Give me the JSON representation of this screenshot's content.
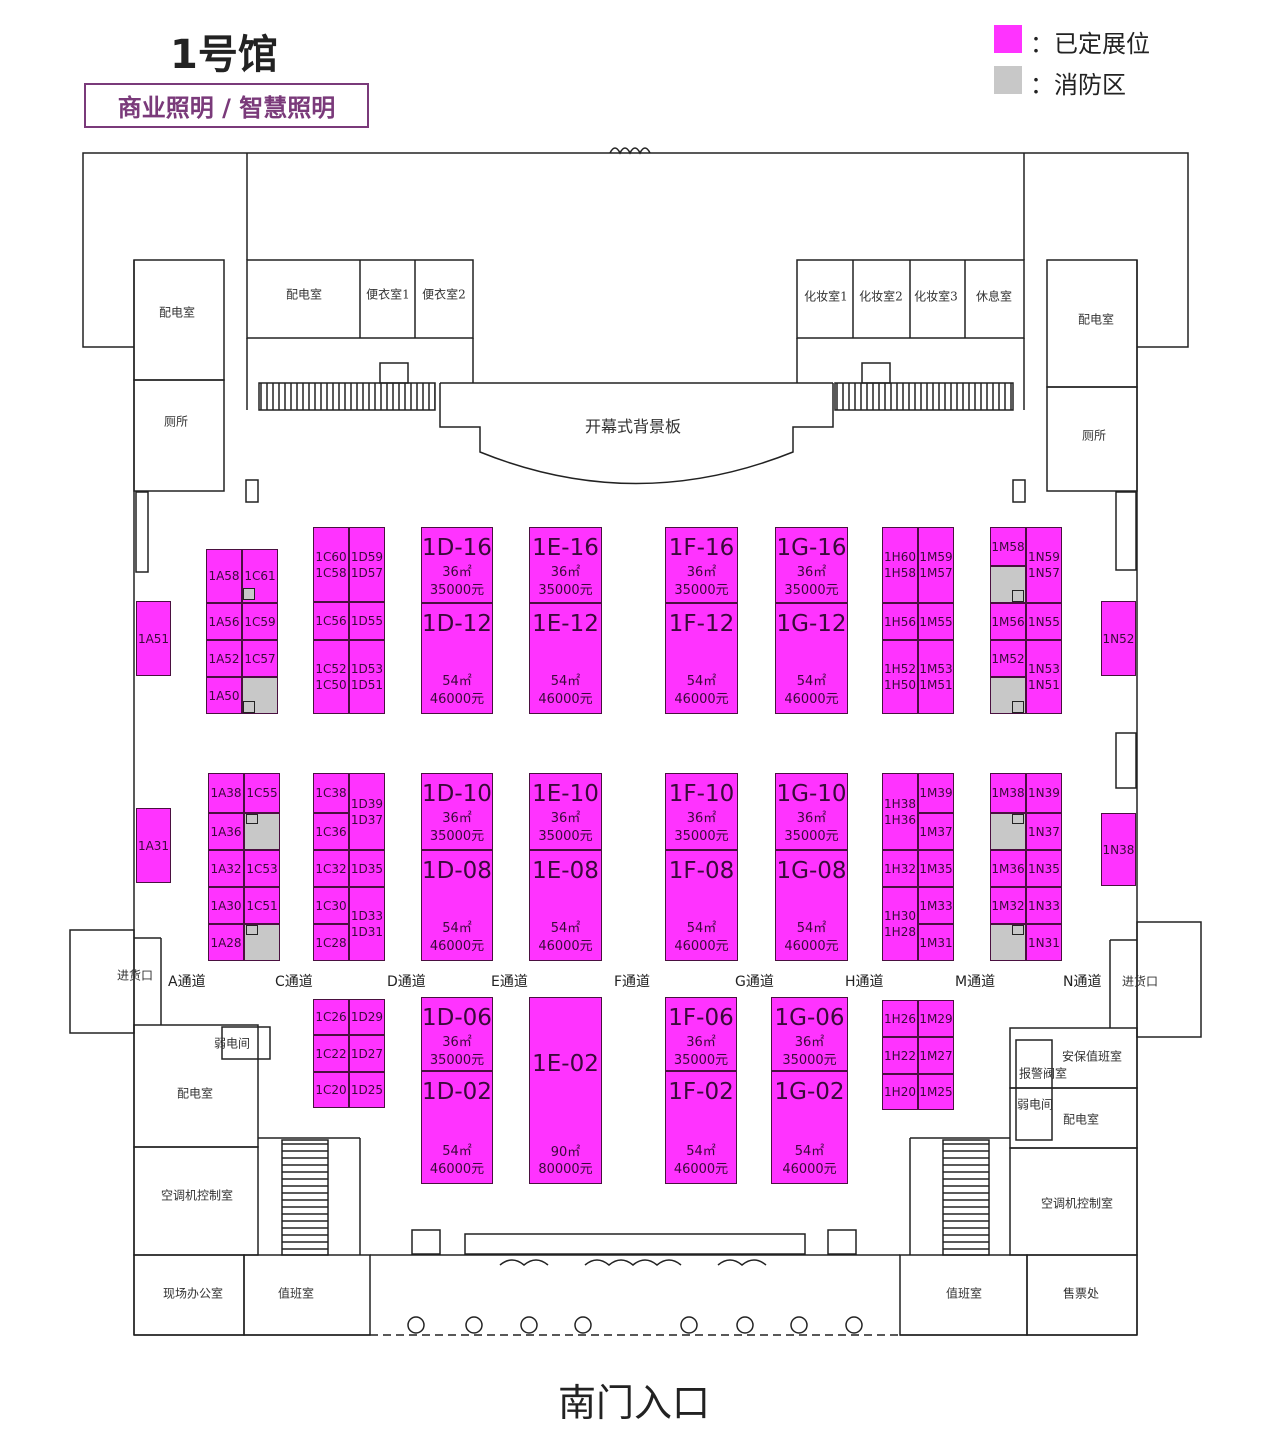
{
  "header": {
    "hall_title": "1号馆",
    "subtitle": "商业照明 / 智慧照明"
  },
  "legend": [
    {
      "label": "：已定展位",
      "color": "#ff33ff"
    },
    {
      "label": "：消防区",
      "color": "#c8c8c8"
    }
  ],
  "rooms": [
    {
      "id": "r1",
      "label": "配电室"
    },
    {
      "id": "r2",
      "label": "厕所"
    },
    {
      "id": "r3",
      "label": "配电室"
    },
    {
      "id": "r4",
      "label": "便衣室1"
    },
    {
      "id": "r5",
      "label": "便衣室2"
    },
    {
      "id": "r6",
      "label": "化妆室1"
    },
    {
      "id": "r7",
      "label": "化妆室2"
    },
    {
      "id": "r8",
      "label": "化妆室3"
    },
    {
      "id": "r9",
      "label": "休息室"
    },
    {
      "id": "r10",
      "label": "配电室"
    },
    {
      "id": "r11",
      "label": "厕所"
    },
    {
      "id": "r12",
      "label": "开幕式背景板"
    },
    {
      "id": "r13",
      "label": "进货口"
    },
    {
      "id": "r14",
      "label": "进货口"
    },
    {
      "id": "r15",
      "label": "弱电间"
    },
    {
      "id": "r16",
      "label": "配电室"
    },
    {
      "id": "r17",
      "label": "空调机控制室"
    },
    {
      "id": "r18",
      "label": "现场办公室"
    },
    {
      "id": "r19",
      "label": "值班室"
    },
    {
      "id": "r20",
      "label": "安保值班室"
    },
    {
      "id": "r21",
      "label": "报警阀室"
    },
    {
      "id": "r22",
      "label": "弱电间"
    },
    {
      "id": "r23",
      "label": "配电室"
    },
    {
      "id": "r24",
      "label": "空调机控制室"
    },
    {
      "id": "r25",
      "label": "值班室"
    },
    {
      "id": "r26",
      "label": "售票处"
    }
  ],
  "aisles": [
    "A通道",
    "C通道",
    "D通道",
    "E通道",
    "F通道",
    "G通道",
    "H通道",
    "M通道",
    "N通道"
  ],
  "entrance": "南门入口",
  "booths": [
    {
      "id": "1A58",
      "lines": [
        "1A58"
      ]
    },
    {
      "id": "1C61",
      "lines": [
        "1C61"
      ]
    },
    {
      "id": "1A56",
      "lines": [
        "1A56"
      ]
    },
    {
      "id": "1C59",
      "lines": [
        "1C59"
      ]
    },
    {
      "id": "1A52",
      "lines": [
        "1A52"
      ]
    },
    {
      "id": "1C57",
      "lines": [
        "1C57"
      ]
    },
    {
      "id": "1A50",
      "lines": [
        "1A50"
      ]
    },
    {
      "id": "1C60",
      "lines": [
        "1C60",
        "1C58"
      ]
    },
    {
      "id": "1D59",
      "lines": [
        "1D59",
        "1D57"
      ]
    },
    {
      "id": "1C56",
      "lines": [
        "1C56"
      ]
    },
    {
      "id": "1D55",
      "lines": [
        "1D55"
      ]
    },
    {
      "id": "1C52",
      "lines": [
        "1C52",
        "1C50"
      ]
    },
    {
      "id": "1D53",
      "lines": [
        "1D53",
        "1D51"
      ]
    },
    {
      "id": "1D-16",
      "lines": [
        "1D-16",
        "36㎡",
        "35000元"
      ]
    },
    {
      "id": "1D-12",
      "lines": [
        "1D-12",
        "54㎡",
        "46000元"
      ]
    },
    {
      "id": "1E-16",
      "lines": [
        "1E-16",
        "36㎡",
        "35000元"
      ]
    },
    {
      "id": "1E-12",
      "lines": [
        "1E-12",
        "54㎡",
        "46000元"
      ]
    },
    {
      "id": "1F-16",
      "lines": [
        "1F-16",
        "36㎡",
        "35000元"
      ]
    },
    {
      "id": "1F-12",
      "lines": [
        "1F-12",
        "54㎡",
        "46000元"
      ]
    },
    {
      "id": "1G-16",
      "lines": [
        "1G-16",
        "36㎡",
        "35000元"
      ]
    },
    {
      "id": "1G-12",
      "lines": [
        "1G-12",
        "54㎡",
        "46000元"
      ]
    },
    {
      "id": "1H60",
      "lines": [
        "1H60",
        "1H58"
      ]
    },
    {
      "id": "1M59",
      "lines": [
        "1M59",
        "1M57"
      ]
    },
    {
      "id": "1H56",
      "lines": [
        "1H56"
      ]
    },
    {
      "id": "1M55",
      "lines": [
        "1M55"
      ]
    },
    {
      "id": "1H52",
      "lines": [
        "1H52",
        "1H50"
      ]
    },
    {
      "id": "1M53",
      "lines": [
        "1M53",
        "1M51"
      ]
    },
    {
      "id": "1M58",
      "lines": [
        "1M58"
      ]
    },
    {
      "id": "1N59",
      "lines": [
        "1N59",
        "1N57"
      ]
    },
    {
      "id": "1M56",
      "lines": [
        "1M56"
      ]
    },
    {
      "id": "1N55",
      "lines": [
        "1N55"
      ]
    },
    {
      "id": "1M52",
      "lines": [
        "1M52"
      ]
    },
    {
      "id": "1N53",
      "lines": [
        "1N53",
        "1N51"
      ]
    },
    {
      "id": "1A51",
      "lines": [
        "1A51"
      ]
    },
    {
      "id": "1N52",
      "lines": [
        "1N52"
      ]
    },
    {
      "id": "1A31",
      "lines": [
        "1A31"
      ]
    },
    {
      "id": "1N38",
      "lines": [
        "1N38"
      ]
    },
    {
      "id": "1A38",
      "lines": [
        "1A38"
      ]
    },
    {
      "id": "1C55",
      "lines": [
        "1C55"
      ]
    },
    {
      "id": "1A36",
      "lines": [
        "1A36"
      ]
    },
    {
      "id": "1A32",
      "lines": [
        "1A32"
      ]
    },
    {
      "id": "1C53",
      "lines": [
        "1C53"
      ]
    },
    {
      "id": "1A30",
      "lines": [
        "1A30"
      ]
    },
    {
      "id": "1C51",
      "lines": [
        "1C51"
      ]
    },
    {
      "id": "1A28",
      "lines": [
        "1A28"
      ]
    },
    {
      "id": "1C38",
      "lines": [
        "1C38"
      ]
    },
    {
      "id": "1D39",
      "lines": [
        "1D39",
        "1D37"
      ]
    },
    {
      "id": "1C36",
      "lines": [
        "1C36"
      ]
    },
    {
      "id": "1C32",
      "lines": [
        "1C32"
      ]
    },
    {
      "id": "1D35",
      "lines": [
        "1D35"
      ]
    },
    {
      "id": "1C30",
      "lines": [
        "1C30"
      ]
    },
    {
      "id": "1C28",
      "lines": [
        "1C28"
      ]
    },
    {
      "id": "1D33",
      "lines": [
        "1D33",
        "1D31"
      ]
    },
    {
      "id": "1D-10",
      "lines": [
        "1D-10",
        "36㎡",
        "35000元"
      ]
    },
    {
      "id": "1D-08",
      "lines": [
        "1D-08",
        "54㎡",
        "46000元"
      ]
    },
    {
      "id": "1E-10",
      "lines": [
        "1E-10",
        "36㎡",
        "35000元"
      ]
    },
    {
      "id": "1E-08",
      "lines": [
        "1E-08",
        "54㎡",
        "46000元"
      ]
    },
    {
      "id": "1F-10",
      "lines": [
        "1F-10",
        "36㎡",
        "35000元"
      ]
    },
    {
      "id": "1F-08",
      "lines": [
        "1F-08",
        "54㎡",
        "46000元"
      ]
    },
    {
      "id": "1G-10",
      "lines": [
        "1G-10",
        "36㎡",
        "35000元"
      ]
    },
    {
      "id": "1G-08",
      "lines": [
        "1G-08",
        "54㎡",
        "46000元"
      ]
    },
    {
      "id": "1H38",
      "lines": [
        "1H38",
        "1H36"
      ]
    },
    {
      "id": "1M39",
      "lines": [
        "1M39"
      ]
    },
    {
      "id": "1M37",
      "lines": [
        "1M37"
      ]
    },
    {
      "id": "1H32",
      "lines": [
        "1H32"
      ]
    },
    {
      "id": "1M35",
      "lines": [
        "1M35"
      ]
    },
    {
      "id": "1H30",
      "lines": [
        "1H30",
        "1H28"
      ]
    },
    {
      "id": "1M33",
      "lines": [
        "1M33"
      ]
    },
    {
      "id": "1M31",
      "lines": [
        "1M31"
      ]
    },
    {
      "id": "1M38",
      "lines": [
        "1M38"
      ]
    },
    {
      "id": "1N39",
      "lines": [
        "1N39"
      ]
    },
    {
      "id": "1N37",
      "lines": [
        "1N37"
      ]
    },
    {
      "id": "1M36",
      "lines": [
        "1M36"
      ]
    },
    {
      "id": "1N35",
      "lines": [
        "1N35"
      ]
    },
    {
      "id": "1M32",
      "lines": [
        "1M32"
      ]
    },
    {
      "id": "1N33",
      "lines": [
        "1N33"
      ]
    },
    {
      "id": "1N31",
      "lines": [
        "1N31"
      ]
    },
    {
      "id": "1C26",
      "lines": [
        "1C26"
      ]
    },
    {
      "id": "1D29",
      "lines": [
        "1D29"
      ]
    },
    {
      "id": "1C22",
      "lines": [
        "1C22"
      ]
    },
    {
      "id": "1D27",
      "lines": [
        "1D27"
      ]
    },
    {
      "id": "1C20",
      "lines": [
        "1C20"
      ]
    },
    {
      "id": "1D25",
      "lines": [
        "1D25"
      ]
    },
    {
      "id": "1D-06",
      "lines": [
        "1D-06",
        "36㎡",
        "35000元"
      ]
    },
    {
      "id": "1D-02",
      "lines": [
        "1D-02",
        "54㎡",
        "46000元"
      ]
    },
    {
      "id": "1E-02",
      "lines": [
        "1E-02",
        "90㎡",
        "80000元"
      ]
    },
    {
      "id": "1F-06",
      "lines": [
        "1F-06",
        "36㎡",
        "35000元"
      ]
    },
    {
      "id": "1F-02",
      "lines": [
        "1F-02",
        "54㎡",
        "46000元"
      ]
    },
    {
      "id": "1G-06",
      "lines": [
        "1G-06",
        "36㎡",
        "35000元"
      ]
    },
    {
      "id": "1G-02",
      "lines": [
        "1G-02",
        "54㎡",
        "46000元"
      ]
    },
    {
      "id": "1H26",
      "lines": [
        "1H26"
      ]
    },
    {
      "id": "1M29",
      "lines": [
        "1M29"
      ]
    },
    {
      "id": "1H22",
      "lines": [
        "1H22"
      ]
    },
    {
      "id": "1M27",
      "lines": [
        "1M27"
      ]
    },
    {
      "id": "1H20",
      "lines": [
        "1H20"
      ]
    },
    {
      "id": "1M25",
      "lines": [
        "1M25"
      ]
    }
  ]
}
